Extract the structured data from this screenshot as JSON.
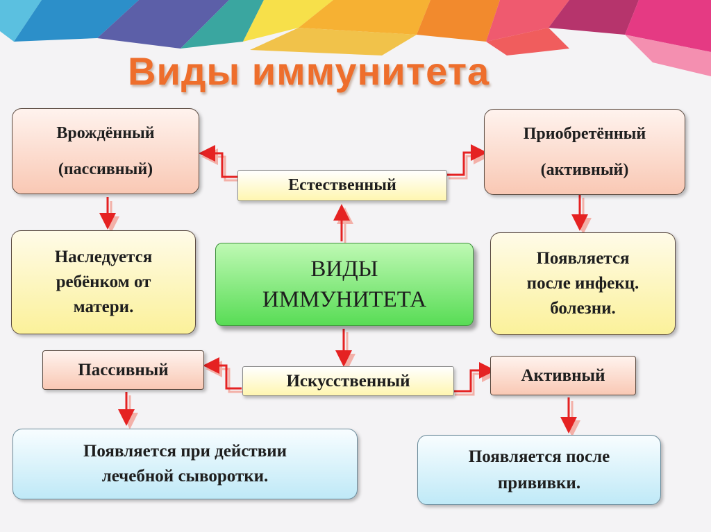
{
  "title": "Виды иммунитета",
  "center": {
    "line1": "ВИДЫ",
    "line2": "ИММУНИТЕТА"
  },
  "natural": {
    "label": "Естественный"
  },
  "artificial": {
    "label": "Искусственный"
  },
  "innate": {
    "line1": "Врождённый",
    "line2": "(пассивный)"
  },
  "acquired": {
    "line1": "Приобретённый",
    "line2": "(активный)"
  },
  "innate_desc": {
    "line1": "Наследуется",
    "line2": "ребёнком от",
    "line3": "матери."
  },
  "acquired_desc": {
    "line1": "Появляется",
    "line2": "после инфекц.",
    "line3": "болезни."
  },
  "passive": {
    "label": "Пассивный"
  },
  "active": {
    "label": "Активный"
  },
  "passive_desc": {
    "line1": "Появляется при действии",
    "line2": "лечебной сыворотки."
  },
  "active_desc": {
    "line1": "Появляется после",
    "line2": "прививки."
  },
  "colors": {
    "title": "#ee6e2c",
    "arrow": "#e52222",
    "center": "#58dc55"
  }
}
